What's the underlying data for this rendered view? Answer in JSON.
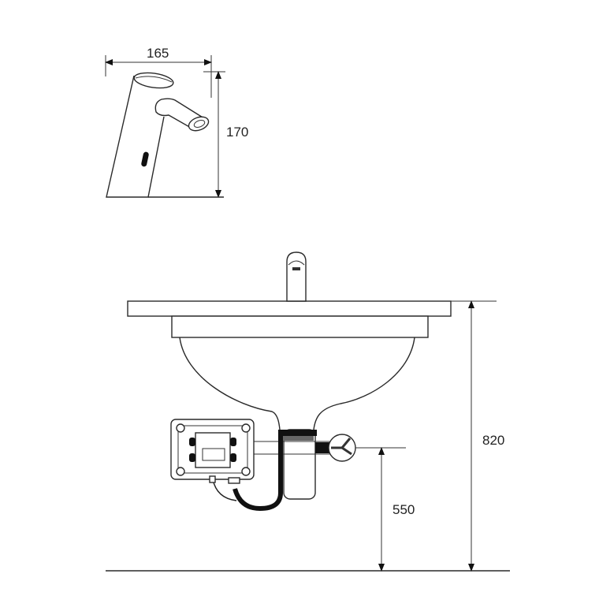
{
  "diagram": {
    "type": "technical-dimension-drawing",
    "subject": "sensor faucet and washbasin installation",
    "units": "mm",
    "faucet_detail": {
      "width_label": "165",
      "height_label": "170"
    },
    "installation": {
      "basin_height_label": "820",
      "valve_height_label": "550"
    },
    "components": [
      {
        "name": "sensor-faucet"
      },
      {
        "name": "washbasin"
      },
      {
        "name": "control-box"
      },
      {
        "name": "angle-valve"
      },
      {
        "name": "drain-siphon"
      },
      {
        "name": "supply-hose"
      }
    ],
    "colors": {
      "line": "#2a2a2a",
      "background": "#ffffff"
    }
  }
}
